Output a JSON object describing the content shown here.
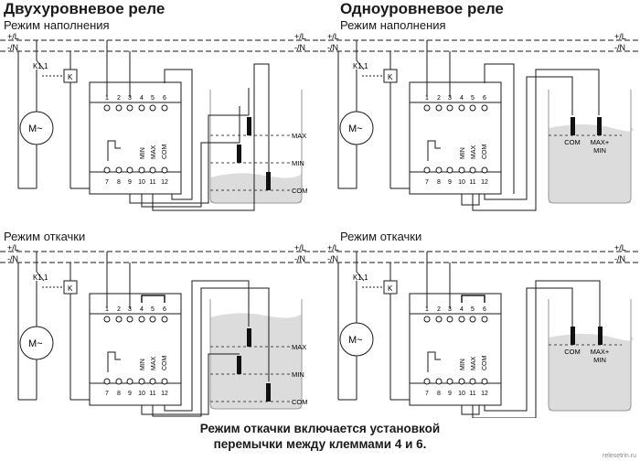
{
  "headers": {
    "left": "Двухуровневое реле",
    "right": "Одноуровневое реле"
  },
  "modes": {
    "fill": "Режим наполнения",
    "drain": "Режим откачки"
  },
  "labels": {
    "L": "+/L",
    "N": "-/N",
    "contact": "K1.1",
    "coil": "K",
    "motor": "M~",
    "t1": "1",
    "t2": "2",
    "t3": "3",
    "t4": "4",
    "t5": "5",
    "t6": "6",
    "t7": "7",
    "t8": "8",
    "t9": "9",
    "t10": "10",
    "t11": "11",
    "t12": "12",
    "min": "MIN",
    "max": "MAX",
    "com": "COM",
    "maxmin_1": "MAX+",
    "maxmin_2": "MIN"
  },
  "footnote": {
    "line1": "Режим откачки включается установкой",
    "line2": "перемычки между клеммами 4 и 6."
  },
  "watermark": "relesetrin.ru",
  "colors": {
    "line": "#1a1a1a",
    "water": "#dcdcdc",
    "probe": "#111111"
  }
}
